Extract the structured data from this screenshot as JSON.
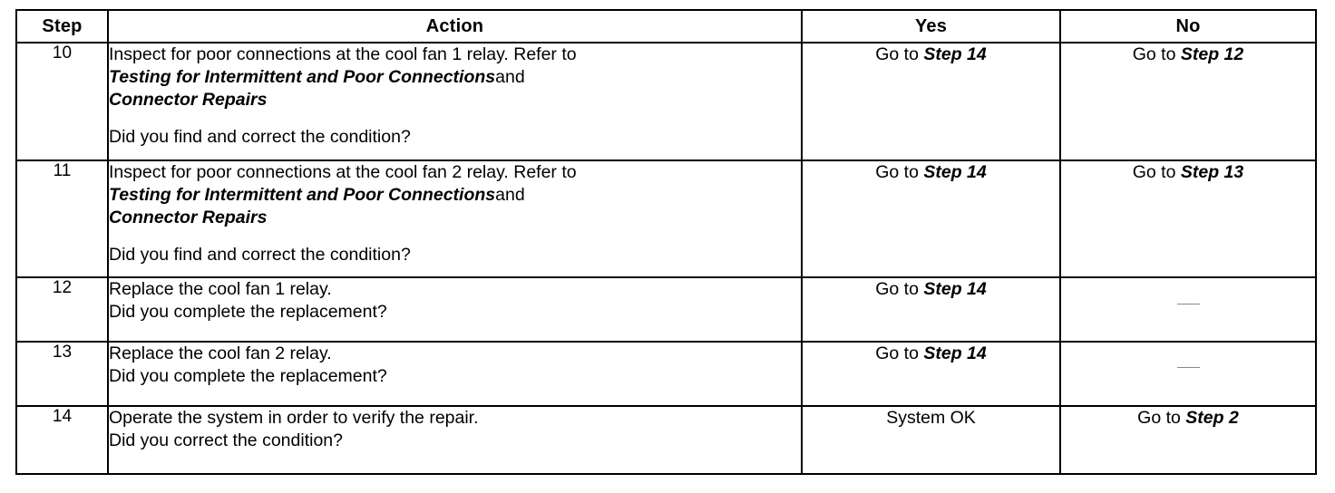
{
  "table": {
    "columns": [
      {
        "key": "step",
        "label": "Step"
      },
      {
        "key": "action",
        "label": "Action"
      },
      {
        "key": "yes",
        "label": "Yes"
      },
      {
        "key": "no",
        "label": "No"
      }
    ],
    "rows": [
      {
        "step": "10",
        "action": {
          "line1": "Inspect for poor connections at the cool fan 1 relay. Refer to",
          "line2_italic": "Testing for Intermittent and Poor Connections",
          "line2_tail": "and",
          "line3_italic": "Connector Repairs",
          "question": "Did you find and correct the condition?"
        },
        "yes": {
          "prefix": "Go to ",
          "italic": "Step 14"
        },
        "no": {
          "prefix": "Go to ",
          "italic": "Step 12"
        }
      },
      {
        "step": "11",
        "action": {
          "line1": "Inspect for poor connections at the cool fan 2 relay. Refer to",
          "line2_italic": "Testing for Intermittent and Poor Connections",
          "line2_tail": "and",
          "line3_italic": "Connector Repairs",
          "question": "Did you find and correct the condition?"
        },
        "yes": {
          "prefix": "Go to ",
          "italic": "Step 14"
        },
        "no": {
          "prefix": "Go to ",
          "italic": "Step 13"
        }
      },
      {
        "step": "12",
        "action": {
          "line1": "Replace the cool fan 1 relay.",
          "question": "Did you complete the replacement?"
        },
        "yes": {
          "prefix": "Go to ",
          "italic": "Step 14"
        },
        "no": {
          "dash": "——"
        }
      },
      {
        "step": "13",
        "action": {
          "line1": "Replace the cool fan 2 relay.",
          "question": "Did you complete the replacement?"
        },
        "yes": {
          "prefix": "Go to ",
          "italic": "Step 14"
        },
        "no": {
          "dash": "——"
        }
      },
      {
        "step": "14",
        "action": {
          "line1": "Operate the system in order to verify the repair.",
          "question": "Did you correct the condition?"
        },
        "yes": {
          "prefix": "System OK",
          "italic": ""
        },
        "no": {
          "prefix": "Go to ",
          "italic": "Step 2"
        }
      }
    ]
  },
  "colors": {
    "ink": "#000000",
    "paper": "#ffffff",
    "faint": "#4a4a4a"
  }
}
